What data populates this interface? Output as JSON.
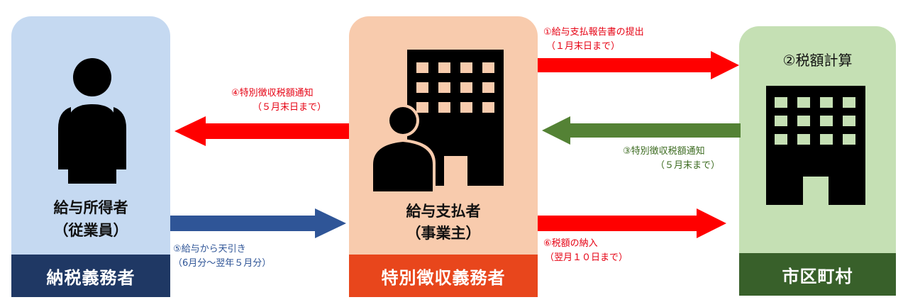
{
  "panels": {
    "taxpayer": {
      "title_line1": "給与所得者",
      "title_line2": "（従業員）",
      "footer": "納税義務者",
      "bg_color": "#c5d9f1",
      "footer_color": "#1f3864"
    },
    "employer": {
      "title_line1": "給与支払者",
      "title_line2": "（事業主）",
      "footer": "特別徴収義務者",
      "bg_color": "#f8cbad",
      "footer_color": "#e8461c"
    },
    "municipality": {
      "title": "②税額計算",
      "footer": "市区町村",
      "bg_color": "#c5e0b4",
      "footer_color": "#38602a"
    }
  },
  "flows": {
    "step1": {
      "line1": "①給与支払報告書の提出",
      "line2": "（１月末日まで）",
      "color": "#ff0000"
    },
    "step3": {
      "line1": "③特別徴収税額通知",
      "line2": "（５月末まで）",
      "color": "#548235"
    },
    "step4": {
      "line1": "④特別徴収税額通知",
      "line2": "（５月末日まで）",
      "color": "#ff0000"
    },
    "step5": {
      "line1": "⑤給与から天引き",
      "line2": "（6月分～翌年５月分）",
      "color": "#2f5597"
    },
    "step6": {
      "line1": "⑥税額の納入",
      "line2": "（翌月１０日まで）",
      "color": "#ff0000"
    }
  }
}
